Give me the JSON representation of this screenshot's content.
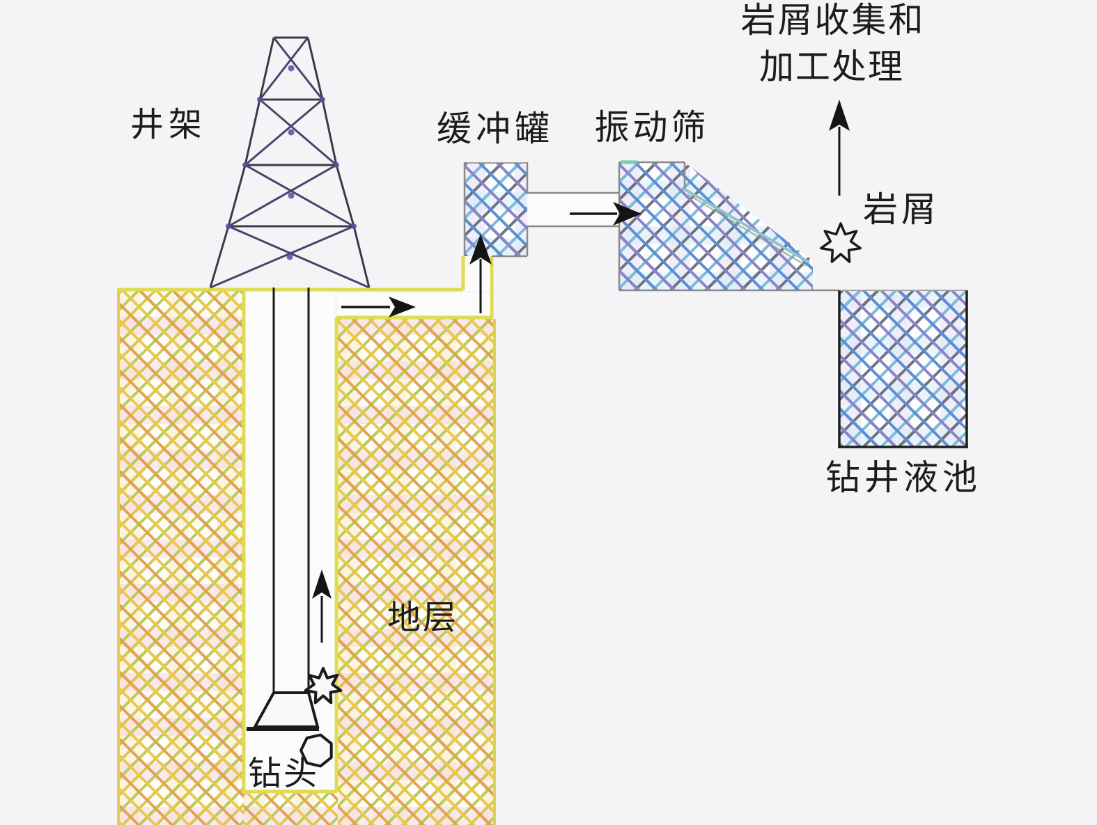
{
  "figure": {
    "type": "drilling-mud-circulation-schematic",
    "description_visible_text_only": true
  },
  "labels": {
    "derrick": "井架",
    "buffer_tank": "缓冲罐",
    "shale_shaker": "振动筛",
    "cuttings_processing_line1": "岩屑收集和",
    "cuttings_processing_line2": "加工处理",
    "cuttings": "岩屑",
    "drilling_fluid_pit": "钻井液池",
    "formation": "地层",
    "drill_bit": "钻头"
  },
  "colors": {
    "background": "#f4f4f6",
    "formation_hatch_yellow": "#e8c84f",
    "formation_hatch_orange": "#e2a254",
    "formation_hatch_green": "#b9cc54",
    "fluid_hatch_blue": "#5d8ed1",
    "fluid_hatch_purple": "#8984c6",
    "fluid_hatch_gray": "#6e7383",
    "wellbore_border_yellow": "#dedc52",
    "equipment_line_gray": "#8a8a8a",
    "pit_line_black": "#1c1c1c",
    "derrick_line": "#3b3b47",
    "derrick_diagonal": "#45456b",
    "derrick_node_purple": "#574fa3",
    "screen_slope_teal": "#8ec3d2",
    "arrow_black": "#141414",
    "text": "#1c1c1c"
  },
  "icons": {
    "wellbore_cuttings_star": "seven-point-star-icon",
    "screen_cuttings_star": "seven-point-star-icon",
    "rock_fragment": "heptagon-icon",
    "flow_direction": "arrow-icon"
  }
}
